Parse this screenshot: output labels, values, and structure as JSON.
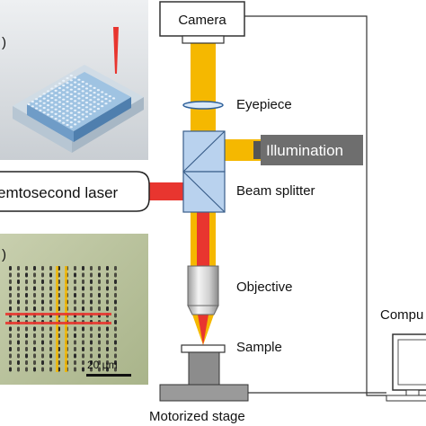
{
  "labels": {
    "camera": "Camera",
    "eyepiece": "Eyepiece",
    "illumination": "Illumination",
    "laser": "emtosecond laser",
    "beam_splitter": "Beam splitter",
    "objective": "Objective",
    "sample": "Sample",
    "stage": "Motorized stage",
    "computer": "Compu",
    "scale_bar": "20 µm",
    "panel_a": ")",
    "panel_b": ")"
  },
  "colors": {
    "beam_yellow": "#f5b800",
    "laser_red": "#e8352f",
    "splitter_blue": "#b9d2ee",
    "illumination_box": "#6e6e6e",
    "panel_bg_top": "#d9dde0",
    "panel_bg_bottom": "#b9c29c"
  }
}
